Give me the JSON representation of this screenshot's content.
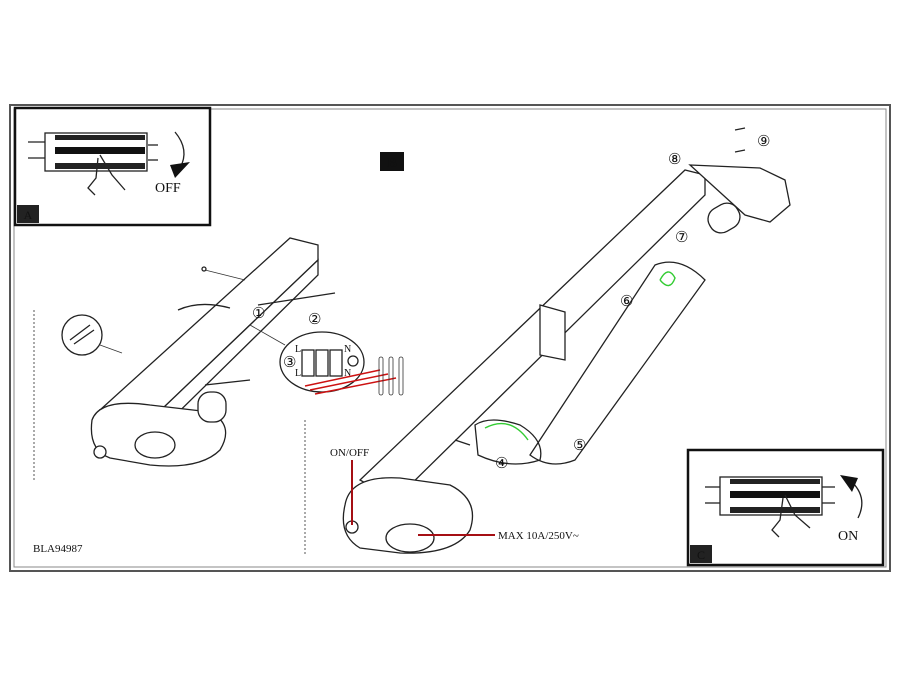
{
  "document_code": "BLA94987",
  "panels": {
    "a": {
      "label": "A",
      "action": "OFF"
    },
    "b": {
      "label": "B"
    },
    "c": {
      "label": "C",
      "action": "ON"
    }
  },
  "callouts": {
    "switch": "ON/OFF",
    "socket_rating": "MAX 10A/250V~"
  },
  "steps": [
    "①",
    "②",
    "③",
    "④",
    "⑤",
    "⑥",
    "⑦",
    "⑧",
    "⑨"
  ],
  "terminal_labels": {
    "l_top": "L",
    "n_top": "N",
    "l_bottom": "L",
    "n_bottom": "N"
  },
  "colors": {
    "callout_line": "#a50f14",
    "highlight_wire": "#33cc33",
    "wire": "#cc1111"
  }
}
